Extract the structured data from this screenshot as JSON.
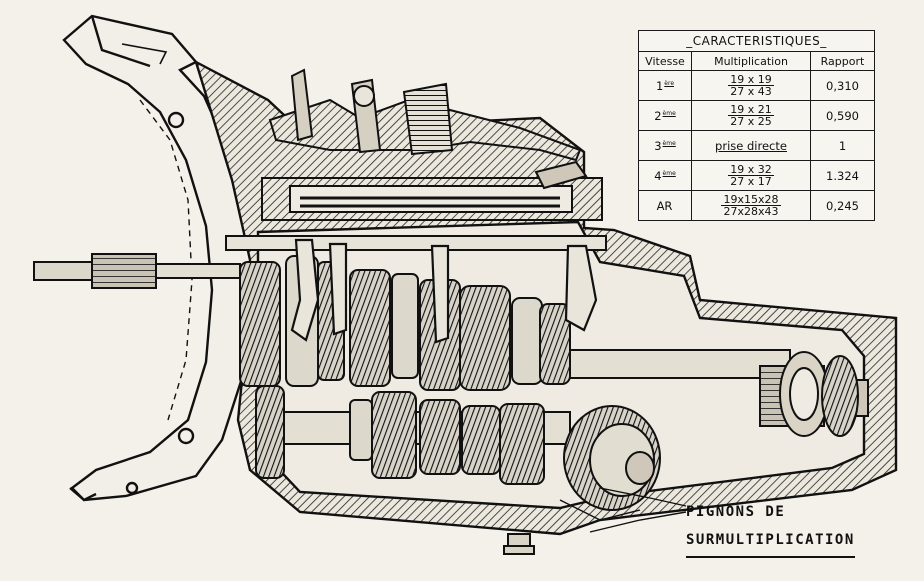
{
  "characteristics": {
    "title": "_CARACTERISTIQUES_",
    "headers": {
      "speed": "Vitesse",
      "multiplication": "Multiplication",
      "ratio": "Rapport"
    },
    "rows": [
      {
        "speed": "1",
        "suffix": "ère",
        "num": "19 x 19",
        "den": "27 x 43",
        "ratio": "0,310"
      },
      {
        "speed": "2",
        "suffix": "ème",
        "num": "19 x 21",
        "den": "27 x 25",
        "ratio": "0,590"
      },
      {
        "speed": "3",
        "suffix": "ème",
        "text": "prise directe",
        "ratio": "1"
      },
      {
        "speed": "4",
        "suffix": "ème",
        "num": "19 x 32",
        "den": "27 x 17",
        "ratio": "1.324"
      },
      {
        "speed": "AR",
        "suffix": "",
        "num": "19x15x28",
        "den": "27x28x43",
        "ratio": "0,245"
      }
    ]
  },
  "callout": {
    "line1": "PIGNONS DE",
    "line2": "SURMULTIPLICATION"
  }
}
